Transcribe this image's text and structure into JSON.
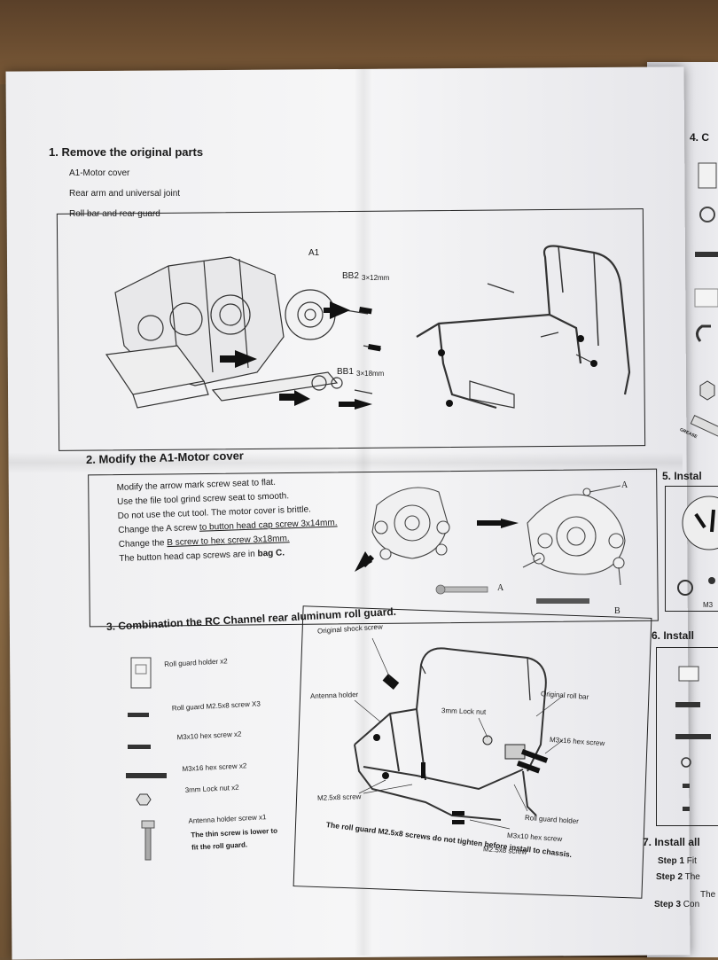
{
  "section1": {
    "title": "1. Remove the original parts",
    "items": [
      "A1-Motor cover",
      "Rear arm and universal joint",
      "Roll bar and rear guard"
    ],
    "labels": {
      "a1": "A1",
      "bb2": "BB2",
      "bb2_size": "3×12mm",
      "bb1": "BB1",
      "bb1_size": "3×18mm"
    }
  },
  "section2": {
    "title": "2. Modify the A1-Motor cover",
    "lines": [
      "Modify the arrow mark screw seat to flat.",
      "Use the file tool grind screw seat to smooth.",
      "Do not use the cut tool. The motor cover is brittle."
    ],
    "line4_pre": "Change the A screw ",
    "line4_u": "to button head cap screw 3x14mm.",
    "line5_pre": "Change the ",
    "line5_u": "B screw to hex screw 3x18mm.",
    "line6_pre": "The button head cap screws are in ",
    "line6_b": "bag C.",
    "labels": {
      "a": "A",
      "b": "B"
    }
  },
  "section3": {
    "title": "3. Combination the RC Channel rear aluminum roll guard.",
    "parts": [
      "Roll guard holder x2",
      "Roll guard M2.5x8 screw X3",
      "M3x10 hex screw x2",
      "M3x16 hex screw x2",
      "3mm Lock nut x2",
      "Antenna holder screw x1",
      "The thin screw is lower to",
      "fit the roll guard."
    ],
    "callouts": {
      "shock": "Original shock screw",
      "antenna": "Antenna holder",
      "lock": "3mm Lock nut",
      "rollbar": "Original roll bar",
      "m316": "M3x16 hex screw",
      "m258": "M2.5x8 screw",
      "holder": "Roll guard holder",
      "m310": "M3x10 hex screw",
      "m258b": "M2.5x8 screw"
    },
    "note": "The roll guard M2.5x8 screws do not tighten before install to chassis."
  },
  "right_strip": {
    "s4": "4. C",
    "s5": "5. Instal",
    "m3": "M3",
    "s6": "6. Install",
    "s7": "7. Install all",
    "steps": [
      {
        "label": "Step 1",
        "text": "Fit"
      },
      {
        "label": "Step 2",
        "text": "The"
      },
      {
        "label": "",
        "text": "The"
      },
      {
        "label": "Step 3",
        "text": "Con"
      }
    ],
    "grease": "GREASE"
  }
}
